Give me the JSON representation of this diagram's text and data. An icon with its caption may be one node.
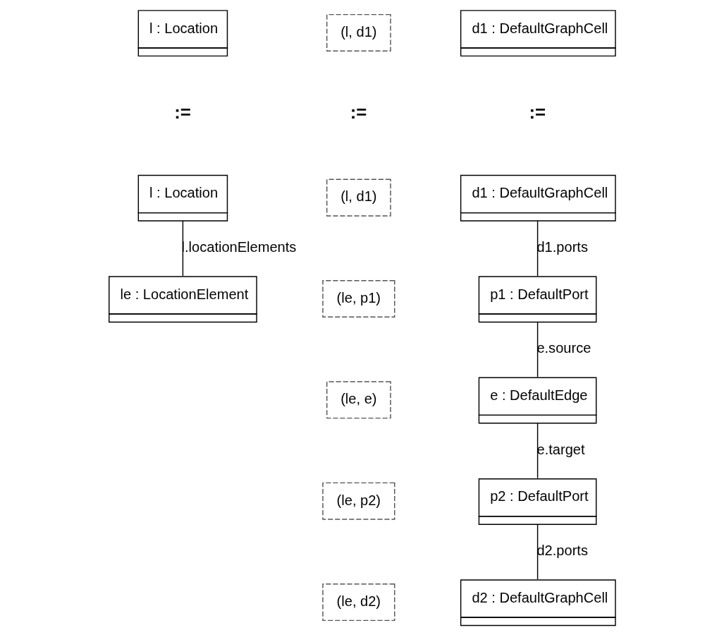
{
  "diagram": {
    "nodes": [
      {
        "text": [
          "l : Location"
        ]
      },
      {
        "text": [
          "(l, d1)"
        ]
      },
      {
        "text": [
          "d1 : DefaultGraphCell"
        ]
      },
      {
        "text": [
          "l : Location"
        ]
      },
      {
        "text": [
          "(l, d1)"
        ]
      },
      {
        "text": [
          "d1 : DefaultGraphCell"
        ]
      },
      {
        "text": [
          "le : LocationElement"
        ]
      },
      {
        "text": [
          "(le, p1)"
        ]
      },
      {
        "text": [
          "p1 : DefaultPort"
        ]
      },
      {
        "text": [
          "(le, e)"
        ]
      },
      {
        "text": [
          "e : DefaultEdge"
        ]
      },
      {
        "text": [
          "(le, p2)"
        ]
      },
      {
        "text": [
          "p2 : DefaultPort"
        ]
      },
      {
        "text": [
          "(le, d2)"
        ]
      },
      {
        "text": [
          "d2 : DefaultGraphCell"
        ]
      }
    ],
    "edges": [
      {
        "from": 3,
        "to": 6,
        "arrow": "none",
        "label": "l.locationElements"
      },
      {
        "from": 5,
        "to": 8,
        "arrow": "none",
        "label": "d1.ports"
      },
      {
        "from": 8,
        "to": 10,
        "arrow": "none",
        "label": "e.source"
      },
      {
        "from": 10,
        "to": 12,
        "arrow": "none",
        "label": "e.target"
      },
      {
        "from": 12,
        "to": 14,
        "arrow": "none",
        "label": "d2.ports"
      }
    ],
    "labels": [
      ":=",
      ":=",
      ":="
    ]
  }
}
